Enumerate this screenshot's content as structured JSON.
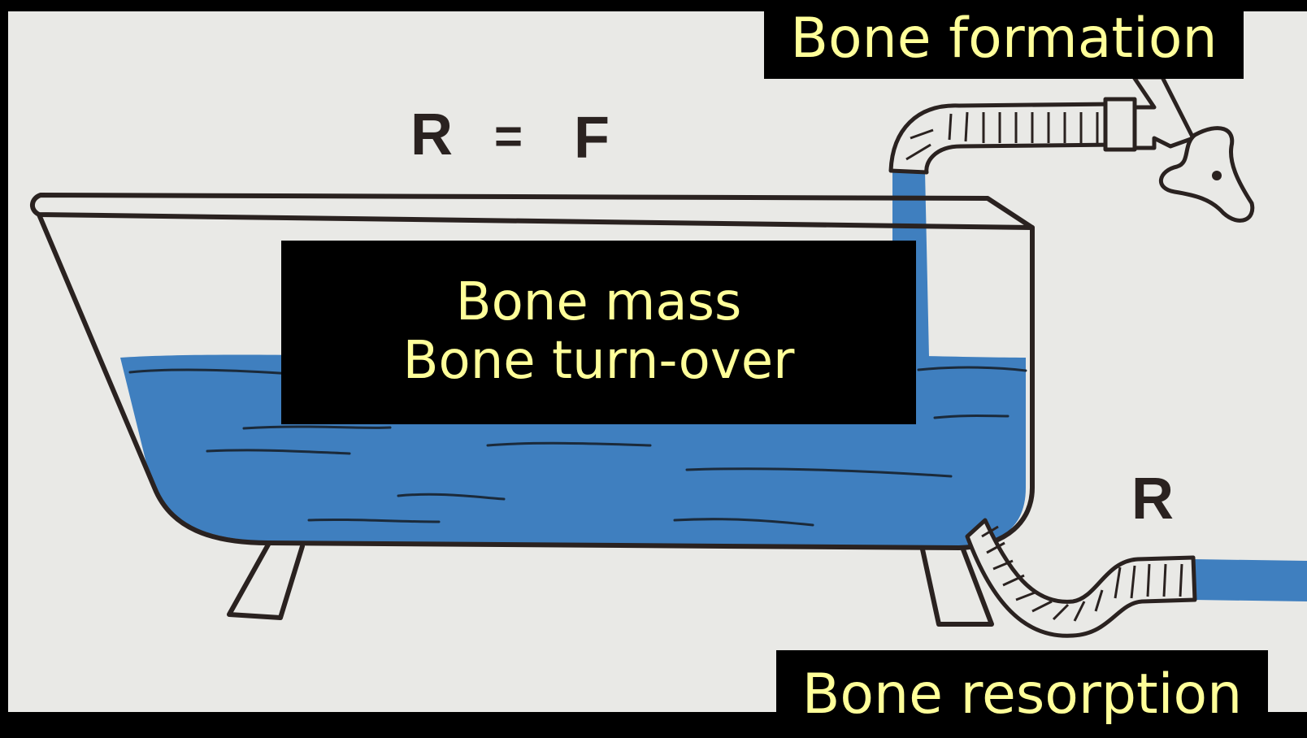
{
  "diagram": {
    "formula": {
      "left": "R",
      "operator": "=",
      "right": "F"
    },
    "outflow_label": "R",
    "labels": {
      "formation": "Bone formation",
      "mass_line1": "Bone mass",
      "mass_line2": "Bone turn-over",
      "resorption": "Bone resorption"
    }
  },
  "colors": {
    "paper": "#e9e9e6",
    "water": "#3f7fbf",
    "outline": "#2a2220",
    "label_text": "#ffff99",
    "label_bg": "#000000"
  }
}
